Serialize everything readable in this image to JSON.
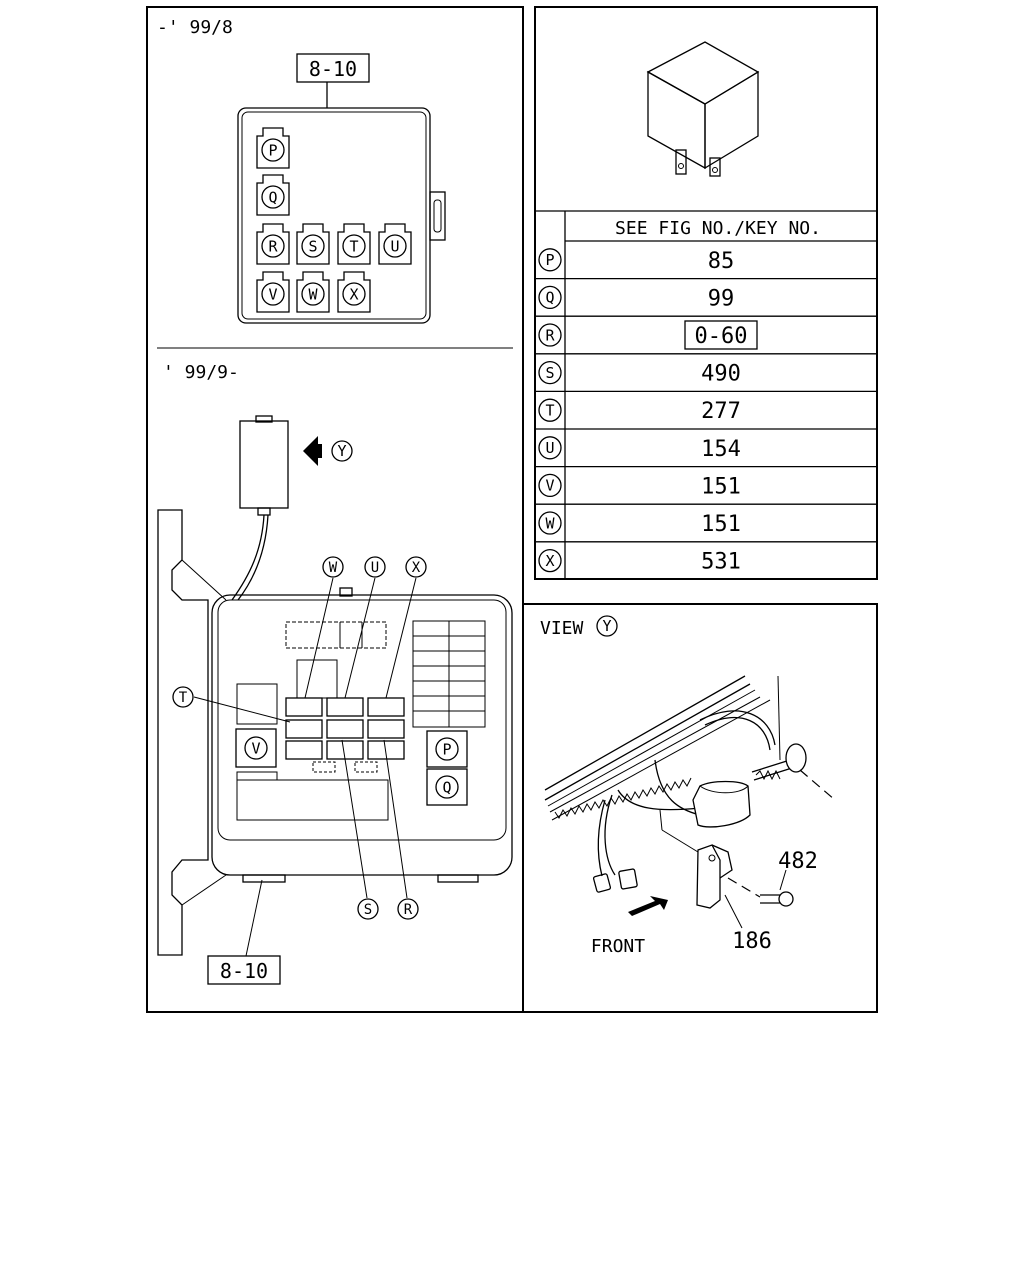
{
  "panel_top_left": {
    "date_label": "-' 99/8",
    "ref_box": "8-10",
    "connectors_row1": [
      "P"
    ],
    "connectors_row2": [
      "Q"
    ],
    "connectors_row3": [
      "R",
      "S",
      "T",
      "U"
    ],
    "connectors_row4": [
      "V",
      "W",
      "X"
    ]
  },
  "panel_bottom_left": {
    "date_label": "' 99/9-",
    "view_marker": "Y",
    "top_callouts": [
      "W",
      "U",
      "X"
    ],
    "left_callout": "T",
    "bottom_callouts": [
      "S",
      "R"
    ],
    "box_labels": [
      "V",
      "P",
      "Q"
    ],
    "ref_box": "8-10"
  },
  "key_table": {
    "header": "SEE FIG NO./KEY NO.",
    "rows": [
      {
        "key": "P",
        "value": "85",
        "boxed": false
      },
      {
        "key": "Q",
        "value": "99",
        "boxed": false
      },
      {
        "key": "R",
        "value": "0-60",
        "boxed": true
      },
      {
        "key": "S",
        "value": "490",
        "boxed": false
      },
      {
        "key": "T",
        "value": "277",
        "boxed": false
      },
      {
        "key": "U",
        "value": "154",
        "boxed": false
      },
      {
        "key": "V",
        "value": "151",
        "boxed": false
      },
      {
        "key": "W",
        "value": "151",
        "boxed": false
      },
      {
        "key": "X",
        "value": "531",
        "boxed": false
      }
    ]
  },
  "panel_view": {
    "title": "VIEW",
    "marker": "Y",
    "part_bolt": "482",
    "part_bracket": "186",
    "front_label": "FRONT"
  }
}
